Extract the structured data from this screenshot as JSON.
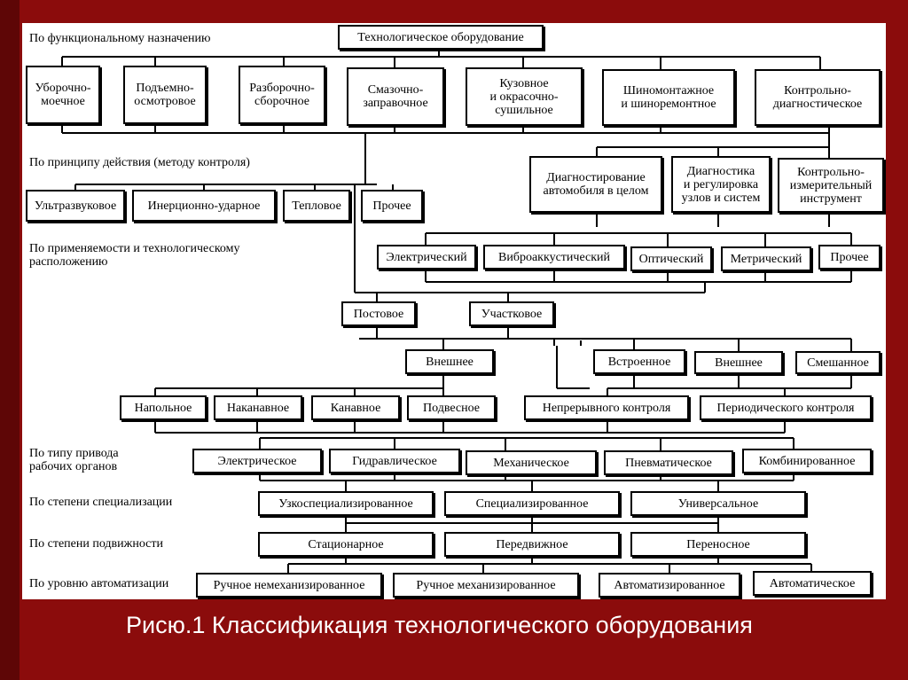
{
  "root": "Технологическое оборудование",
  "labels": {
    "functional": "По функциональному назначению",
    "principle": "По принципу действия (методу контроля)",
    "applicability": "По применяемости и технологическому\nрасположению",
    "drive": "По типу привода\nрабочих органов",
    "specialization": "По степени специализации",
    "mobility": "По степени подвижности",
    "automation": "По уровню автоматизации"
  },
  "functional": [
    "Уборочно-\nмоечное",
    "Подъемно-\nосмотровое",
    "Разборочно-\nсборочное",
    "Смазочно-\nзаправочное",
    "Кузовное\nи окрасочно-\nсушильное",
    "Шиномонтажное\nи шиноремонтное",
    "Контрольно-\nдиагностическое"
  ],
  "diagnostic": [
    "Диагностирование\nавтомобиля в целом",
    "Диагностика\nи регулировка\nузлов и систем",
    "Контрольно-\nизмерительный\nинструмент"
  ],
  "principle_left": [
    "Ультразвуковое",
    "Инерционно-ударное",
    "Тепловое",
    "Прочее"
  ],
  "principle_right": [
    "Электрический",
    "Виброаккустический",
    "Оптический",
    "Метрический",
    "Прочее"
  ],
  "placement": [
    "Постовое",
    "Участковое"
  ],
  "external_left": "Внешнее",
  "mounting": [
    "Встроенное",
    "Внешнее",
    "Смешанное"
  ],
  "installation": [
    "Напольное",
    "Наканавное",
    "Канавное",
    "Подвесное"
  ],
  "control": [
    "Непрерывного контроля",
    "Периодического контроля"
  ],
  "drive": [
    "Электрическое",
    "Гидравлическое",
    "Механическое",
    "Пневматическое",
    "Комбинированное"
  ],
  "specialization": [
    "Узкоспециализированное",
    "Специализированное",
    "Универсальное"
  ],
  "mobility": [
    "Стационарное",
    "Передвижное",
    "Переносное"
  ],
  "automation": [
    "Ручное немеханизированное",
    "Ручное механизированное",
    "Автоматизированное",
    "Автоматическое"
  ],
  "caption": "Рисю.1  Классификация технологического оборудования"
}
